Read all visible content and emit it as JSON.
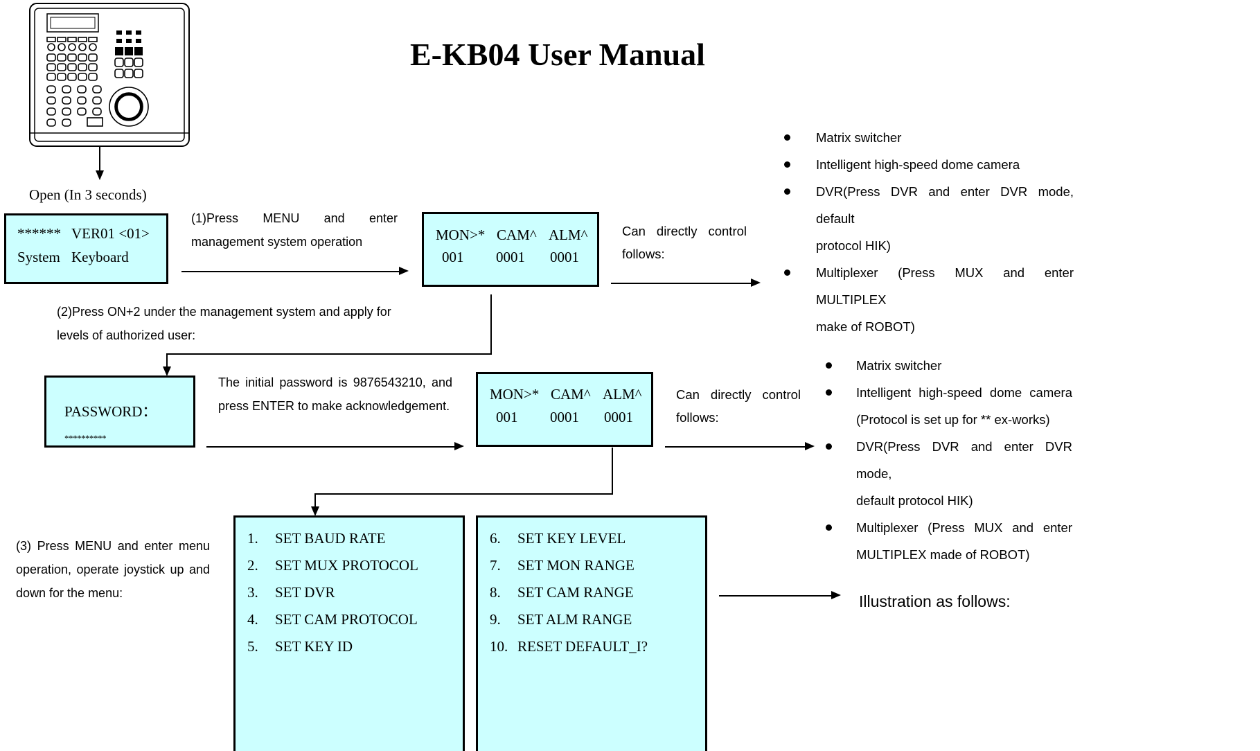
{
  "title": "E-KB04 User Manual",
  "open_label": "Open (In 3 seconds)",
  "boot_lcd": {
    "line1_a": "******",
    "line1_b": "VER01 <01>",
    "line2_a": "System",
    "line2_b": "Keyboard"
  },
  "step1_text": "(1)Press MENU and enter management system operation",
  "step1_line1": "(1)Press MENU and enter",
  "step1_line2": "management system operation",
  "lcd_main1": {
    "h1": "MON>*",
    "h2": "CAM^",
    "h3": "ALM^",
    "v1": "001",
    "v2": "0001",
    "v3": "0001"
  },
  "control_text_1a": "Can directly control",
  "control_text_1b": "follows:",
  "bullets_1": [
    "Matrix switcher",
    "Intelligent high-speed dome camera",
    "DVR(Press DVR and enter DVR mode, default",
    "protocol HIK)",
    "Multiplexer (Press MUX and enter MULTIPLEX",
    "make of ROBOT)"
  ],
  "step2_line1": "(2)Press ON+2 under the management system and apply for",
  "step2_line2": "levels of authorized user:",
  "password_lcd": {
    "label": "PASSWORD：",
    "stars": "**********"
  },
  "pw_text_line1": "The initial password is 9876543210, and",
  "pw_text_line2": "press ENTER to make acknowledgement.",
  "lcd_main2": {
    "h1": "MON>*",
    "h2": "CAM^",
    "h3": "ALM^",
    "v1": "001",
    "v2": "0001",
    "v3": "0001"
  },
  "control_text_2a": "Can directly control",
  "control_text_2b": "follows:",
  "bullets_2": [
    "Matrix switcher",
    "Intelligent high-speed dome camera",
    "(Protocol is set up for ** ex-works)",
    "DVR(Press DVR and enter DVR mode,",
    "default protocol HIK)",
    "Multiplexer (Press MUX and enter",
    "MULTIPLEX made of ROBOT)"
  ],
  "step3_line1": "(3) Press MENU and enter menu",
  "step3_line2": "operation, operate joystick up and",
  "step3_line3": "down for the menu:",
  "menu_left": [
    {
      "num": "1.",
      "label": "SET BAUD RATE"
    },
    {
      "num": "2.",
      "label": "SET MUX PROTOCOL"
    },
    {
      "num": "3.",
      "label": "SET DVR"
    },
    {
      "num": "4.",
      "label": "SET CAM PROTOCOL"
    },
    {
      "num": "5.",
      "label": "SET KEY ID"
    }
  ],
  "menu_right": [
    {
      "num": "6.",
      "label": "SET KEY LEVEL"
    },
    {
      "num": "7.",
      "label": "SET MON RANGE"
    },
    {
      "num": "8.",
      "label": "SET CAM RANGE"
    },
    {
      "num": "9.",
      "label": "SET ALM RANGE"
    },
    {
      "num": "10.",
      "label": "RESET DEFAULT_I?"
    }
  ],
  "illustration_text": "Illustration as follows:",
  "keyboard_image_name": "keyboard-illustration"
}
